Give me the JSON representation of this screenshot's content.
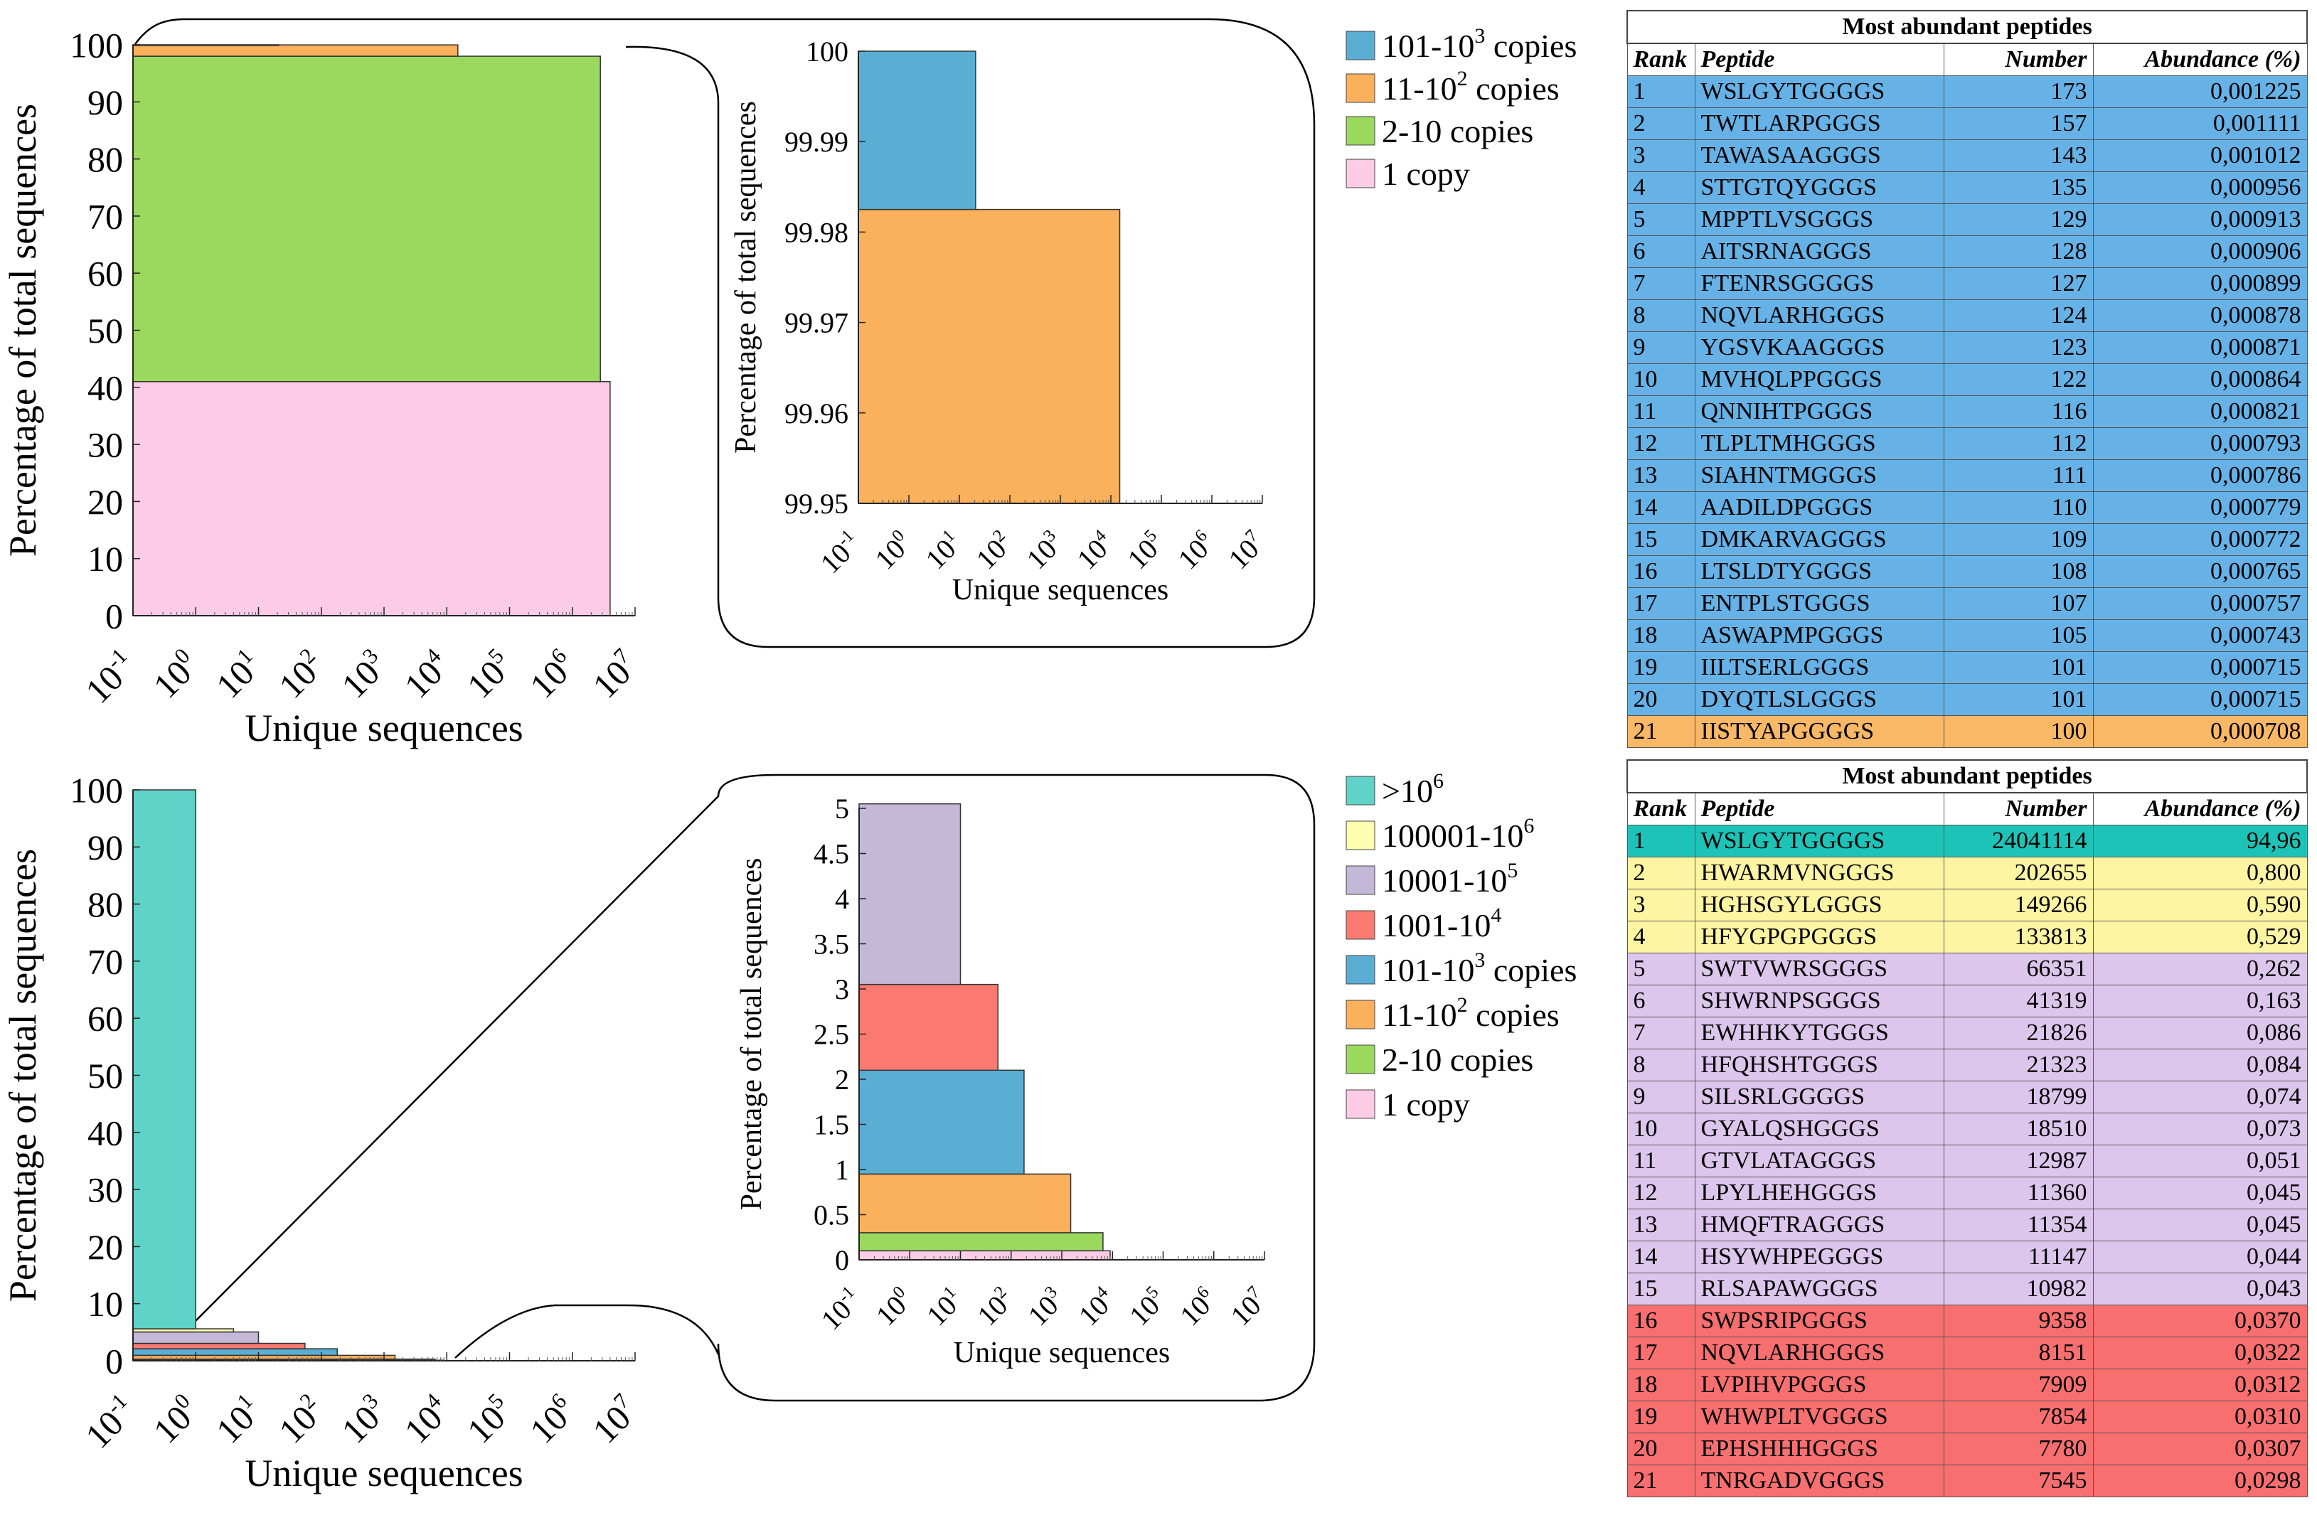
{
  "colors": {
    ">10^6": "#5fd3c8",
    "100001-10^6": "#ffffb0",
    "10001-10^5": "#c3b8d8",
    "1001-10^4": "#fa7a72",
    "101-10^3": "#5aaed3",
    "11-10^2": "#fbb05c",
    "2-10": "#9bd95e",
    "1": "#fccbe6",
    "table_blue": "#66b2e6",
    "table_orange": "#f8b865",
    "table_teal": "#1ec3b8",
    "table_yellow": "#fdf5a2",
    "table_purple": "#dcc6ec",
    "table_red": "#f76f6f"
  },
  "chart_data": [
    {
      "type": "bar",
      "panel": "top-left",
      "xlabel": "Unique sequences",
      "ylabel": "Percentage of total sequences",
      "xscale": "log",
      "xlim": [
        0.1,
        10000000
      ],
      "ylim": [
        0,
        100
      ],
      "xticks": [
        {
          "b": "10",
          "e": "-1"
        },
        {
          "b": "10",
          "e": "0"
        },
        {
          "b": "10",
          "e": "1"
        },
        {
          "b": "10",
          "e": "2"
        },
        {
          "b": "10",
          "e": "3"
        },
        {
          "b": "10",
          "e": "4"
        },
        {
          "b": "10",
          "e": "5"
        },
        {
          "b": "10",
          "e": "6"
        },
        {
          "b": "10",
          "e": "7"
        }
      ],
      "yticks": [
        "0",
        "10",
        "20",
        "30",
        "40",
        "50",
        "60",
        "70",
        "80",
        "90",
        "100"
      ],
      "series": [
        {
          "key": "1",
          "x": 4000000,
          "y": [
            0,
            41
          ]
        },
        {
          "key": "2-10",
          "x": 2800000,
          "y": [
            41,
            98
          ]
        },
        {
          "key": "11-10^2",
          "x": 15000,
          "y": [
            98,
            99.98
          ]
        },
        {
          "key": "101-10^3",
          "x": 21,
          "y": [
            99.98,
            100
          ]
        }
      ]
    },
    {
      "type": "bar",
      "panel": "top-inset",
      "xlabel": "Unique sequences",
      "ylabel": "Percentage of total sequences",
      "xscale": "log",
      "xlim": [
        0.1,
        10000000
      ],
      "ylim": [
        99.95,
        100
      ],
      "xticks": [
        {
          "b": "10",
          "e": "-1"
        },
        {
          "b": "10",
          "e": "0"
        },
        {
          "b": "10",
          "e": "1"
        },
        {
          "b": "10",
          "e": "2"
        },
        {
          "b": "10",
          "e": "3"
        },
        {
          "b": "10",
          "e": "4"
        },
        {
          "b": "10",
          "e": "5"
        },
        {
          "b": "10",
          "e": "6"
        },
        {
          "b": "10",
          "e": "7"
        }
      ],
      "yticks": [
        "99.95",
        "99.96",
        "99.97",
        "99.98",
        "99.99",
        "100"
      ],
      "series": [
        {
          "key": "11-10^2",
          "x": 15000,
          "y": [
            99.95,
            99.9825
          ]
        },
        {
          "key": "101-10^3",
          "x": 21,
          "y": [
            99.9825,
            100
          ]
        }
      ]
    },
    {
      "type": "bar",
      "panel": "bottom-left",
      "xlabel": "Unique sequences",
      "ylabel": "Percentage of total sequences",
      "xscale": "log",
      "xlim": [
        0.1,
        10000000
      ],
      "ylim": [
        0,
        100
      ],
      "xticks": [
        {
          "b": "10",
          "e": "-1"
        },
        {
          "b": "10",
          "e": "0"
        },
        {
          "b": "10",
          "e": "1"
        },
        {
          "b": "10",
          "e": "2"
        },
        {
          "b": "10",
          "e": "3"
        },
        {
          "b": "10",
          "e": "4"
        },
        {
          "b": "10",
          "e": "5"
        },
        {
          "b": "10",
          "e": "6"
        },
        {
          "b": "10",
          "e": "7"
        }
      ],
      "yticks": [
        "0",
        "10",
        "20",
        "30",
        "40",
        "50",
        "60",
        "70",
        "80",
        "90",
        "100"
      ],
      "series": [
        {
          "key": "1",
          "x": 9000,
          "y": [
            0,
            0.1
          ]
        },
        {
          "key": "2-10",
          "x": 6500,
          "y": [
            0.1,
            0.3
          ]
        },
        {
          "key": "11-10^2",
          "x": 1500,
          "y": [
            0.3,
            0.95
          ]
        },
        {
          "key": "101-10^3",
          "x": 180,
          "y": [
            0.95,
            2.1
          ]
        },
        {
          "key": "1001-10^4",
          "x": 55,
          "y": [
            2.1,
            3.05
          ]
        },
        {
          "key": "10001-10^5",
          "x": 10,
          "y": [
            3.05,
            5.05
          ]
        },
        {
          "key": "100001-10^6",
          "x": 4,
          "y": [
            5.05,
            5.6
          ]
        },
        {
          "key": ">10^6",
          "x": 1,
          "y": [
            5.6,
            100
          ]
        }
      ]
    },
    {
      "type": "bar",
      "panel": "bottom-inset",
      "xlabel": "Unique sequences",
      "ylabel": "Percentage of total sequences",
      "xscale": "log",
      "xlim": [
        0.1,
        10000000
      ],
      "ylim": [
        0,
        5
      ],
      "xticks": [
        {
          "b": "10",
          "e": "-1"
        },
        {
          "b": "10",
          "e": "0"
        },
        {
          "b": "10",
          "e": "1"
        },
        {
          "b": "10",
          "e": "2"
        },
        {
          "b": "10",
          "e": "3"
        },
        {
          "b": "10",
          "e": "4"
        },
        {
          "b": "10",
          "e": "5"
        },
        {
          "b": "10",
          "e": "6"
        },
        {
          "b": "10",
          "e": "7"
        }
      ],
      "yticks": [
        "0",
        "0.5",
        "1",
        "1.5",
        "2",
        "2.5",
        "3",
        "3.5",
        "4",
        "4.5",
        "5"
      ],
      "series": [
        {
          "key": "1",
          "x": 9000,
          "y": [
            0,
            0.1
          ]
        },
        {
          "key": "2-10",
          "x": 6500,
          "y": [
            0.1,
            0.3
          ]
        },
        {
          "key": "11-10^2",
          "x": 1500,
          "y": [
            0.3,
            0.95
          ]
        },
        {
          "key": "101-10^3",
          "x": 180,
          "y": [
            0.95,
            2.1
          ]
        },
        {
          "key": "1001-10^4",
          "x": 55,
          "y": [
            2.1,
            3.05
          ]
        },
        {
          "key": "10001-10^5",
          "x": 10,
          "y": [
            3.05,
            5.05
          ]
        }
      ]
    }
  ],
  "legend_top": [
    {
      "key": "101-10^3",
      "base": "101-10",
      "sup": "3",
      "tail": " copies"
    },
    {
      "key": "11-10^2",
      "base": "11-10",
      "sup": "2",
      "tail": " copies"
    },
    {
      "key": "2-10",
      "base": "2-10 copies",
      "sup": "",
      "tail": ""
    },
    {
      "key": "1",
      "base": "1 copy",
      "sup": "",
      "tail": ""
    }
  ],
  "legend_bottom": [
    {
      "key": ">10^6",
      "base": ">10",
      "sup": "6",
      "tail": ""
    },
    {
      "key": "100001-10^6",
      "base": "100001-10",
      "sup": "6",
      "tail": ""
    },
    {
      "key": "10001-10^5",
      "base": "10001-10",
      "sup": "5",
      "tail": ""
    },
    {
      "key": "1001-10^4",
      "base": "1001-10",
      "sup": "4",
      "tail": ""
    },
    {
      "key": "101-10^3",
      "base": "101-10",
      "sup": "3",
      "tail": " copies"
    },
    {
      "key": "11-10^2",
      "base": "11-10",
      "sup": "2",
      "tail": " copies"
    },
    {
      "key": "2-10",
      "base": "2-10 copies",
      "sup": "",
      "tail": ""
    },
    {
      "key": "1",
      "base": "1 copy",
      "sup": "",
      "tail": ""
    }
  ],
  "table_top": {
    "title": "Most abundant peptides",
    "headers": [
      "Rank",
      "Peptide",
      "Number",
      "Abundance (%)"
    ],
    "rows": [
      {
        "rank": "1",
        "peptide": "WSLGYTGGGGS",
        "number": "173",
        "abundance": "0,001225",
        "group": "table_blue"
      },
      {
        "rank": "2",
        "peptide": "TWTLARPGGGS",
        "number": "157",
        "abundance": "0,001111",
        "group": "table_blue"
      },
      {
        "rank": "3",
        "peptide": "TAWASAAGGGS",
        "number": "143",
        "abundance": "0,001012",
        "group": "table_blue"
      },
      {
        "rank": "4",
        "peptide": "STTGTQYGGGS",
        "number": "135",
        "abundance": "0,000956",
        "group": "table_blue"
      },
      {
        "rank": "5",
        "peptide": "MPPTLVSGGGS",
        "number": "129",
        "abundance": "0,000913",
        "group": "table_blue"
      },
      {
        "rank": "6",
        "peptide": "AITSRNAGGGS",
        "number": "128",
        "abundance": "0,000906",
        "group": "table_blue"
      },
      {
        "rank": "7",
        "peptide": "FTENRSGGGGS",
        "number": "127",
        "abundance": "0,000899",
        "group": "table_blue"
      },
      {
        "rank": "8",
        "peptide": "NQVLARHGGGS",
        "number": "124",
        "abundance": "0,000878",
        "group": "table_blue"
      },
      {
        "rank": "9",
        "peptide": "YGSVKAAGGGS",
        "number": "123",
        "abundance": "0,000871",
        "group": "table_blue"
      },
      {
        "rank": "10",
        "peptide": "MVHQLPPGGGS",
        "number": "122",
        "abundance": "0,000864",
        "group": "table_blue"
      },
      {
        "rank": "11",
        "peptide": "QNNIHTPGGGS",
        "number": "116",
        "abundance": "0,000821",
        "group": "table_blue"
      },
      {
        "rank": "12",
        "peptide": "TLPLTMHGGGS",
        "number": "112",
        "abundance": "0,000793",
        "group": "table_blue"
      },
      {
        "rank": "13",
        "peptide": "SIAHNTMGGGS",
        "number": "111",
        "abundance": "0,000786",
        "group": "table_blue"
      },
      {
        "rank": "14",
        "peptide": "AADILDPGGGS",
        "number": "110",
        "abundance": "0,000779",
        "group": "table_blue"
      },
      {
        "rank": "15",
        "peptide": "DMKARVAGGGS",
        "number": "109",
        "abundance": "0,000772",
        "group": "table_blue"
      },
      {
        "rank": "16",
        "peptide": "LTSLDTYGGGS",
        "number": "108",
        "abundance": "0,000765",
        "group": "table_blue"
      },
      {
        "rank": "17",
        "peptide": "ENTPLSTGGGS",
        "number": "107",
        "abundance": "0,000757",
        "group": "table_blue"
      },
      {
        "rank": "18",
        "peptide": "ASWAPMPGGGS",
        "number": "105",
        "abundance": "0,000743",
        "group": "table_blue"
      },
      {
        "rank": "19",
        "peptide": "IILTSERLGGGS",
        "number": "101",
        "abundance": "0,000715",
        "group": "table_blue"
      },
      {
        "rank": "20",
        "peptide": "DYQTLSLGGGS",
        "number": "101",
        "abundance": "0,000715",
        "group": "table_blue"
      },
      {
        "rank": "21",
        "peptide": "IISTYAPGGGGS",
        "number": "100",
        "abundance": "0,000708",
        "group": "table_orange"
      }
    ]
  },
  "table_bottom": {
    "title": "Most abundant peptides",
    "headers": [
      "Rank",
      "Peptide",
      "Number",
      "Abundance (%)"
    ],
    "rows": [
      {
        "rank": "1",
        "peptide": "WSLGYTGGGGS",
        "number": "24041114",
        "abundance": "94,96",
        "group": "table_teal"
      },
      {
        "rank": "2",
        "peptide": "HWARMVNGGGS",
        "number": "202655",
        "abundance": "0,800",
        "group": "table_yellow"
      },
      {
        "rank": "3",
        "peptide": "HGHSGYLGGGS",
        "number": "149266",
        "abundance": "0,590",
        "group": "table_yellow"
      },
      {
        "rank": "4",
        "peptide": "HFYGPGPGGGS",
        "number": "133813",
        "abundance": "0,529",
        "group": "table_yellow"
      },
      {
        "rank": "5",
        "peptide": "SWTVWRSGGGS",
        "number": "66351",
        "abundance": "0,262",
        "group": "table_purple"
      },
      {
        "rank": "6",
        "peptide": "SHWRNPSGGGS",
        "number": "41319",
        "abundance": "0,163",
        "group": "table_purple"
      },
      {
        "rank": "7",
        "peptide": "EWHHKYTGGGS",
        "number": "21826",
        "abundance": "0,086",
        "group": "table_purple"
      },
      {
        "rank": "8",
        "peptide": "HFQHSHTGGGS",
        "number": "21323",
        "abundance": "0,084",
        "group": "table_purple"
      },
      {
        "rank": "9",
        "peptide": "SILSRLGGGGS",
        "number": "18799",
        "abundance": "0,074",
        "group": "table_purple"
      },
      {
        "rank": "10",
        "peptide": "GYALQSHGGGS",
        "number": "18510",
        "abundance": "0,073",
        "group": "table_purple"
      },
      {
        "rank": "11",
        "peptide": "GTVLATAGGGS",
        "number": "12987",
        "abundance": "0,051",
        "group": "table_purple"
      },
      {
        "rank": "12",
        "peptide": "LPYLHEHGGGS",
        "number": "11360",
        "abundance": "0,045",
        "group": "table_purple"
      },
      {
        "rank": "13",
        "peptide": "HMQFTRAGGGS",
        "number": "11354",
        "abundance": "0,045",
        "group": "table_purple"
      },
      {
        "rank": "14",
        "peptide": "HSYWHPEGGGS",
        "number": "11147",
        "abundance": "0,044",
        "group": "table_purple"
      },
      {
        "rank": "15",
        "peptide": "RLSAPAWGGGS",
        "number": "10982",
        "abundance": "0,043",
        "group": "table_purple"
      },
      {
        "rank": "16",
        "peptide": "SWPSRIPGGGS",
        "number": "9358",
        "abundance": "0,0370",
        "group": "table_red"
      },
      {
        "rank": "17",
        "peptide": "NQVLARHGGGS",
        "number": "8151",
        "abundance": "0,0322",
        "group": "table_red"
      },
      {
        "rank": "18",
        "peptide": "LVPIHVPGGGS",
        "number": "7909",
        "abundance": "0,0312",
        "group": "table_red"
      },
      {
        "rank": "19",
        "peptide": "WHWPLTVGGGS",
        "number": "7854",
        "abundance": "0,0310",
        "group": "table_red"
      },
      {
        "rank": "20",
        "peptide": "EPHSHHHGGGS",
        "number": "7780",
        "abundance": "0,0307",
        "group": "table_red"
      },
      {
        "rank": "21",
        "peptide": "TNRGADVGGGS",
        "number": "7545",
        "abundance": "0,0298",
        "group": "table_red"
      }
    ]
  }
}
